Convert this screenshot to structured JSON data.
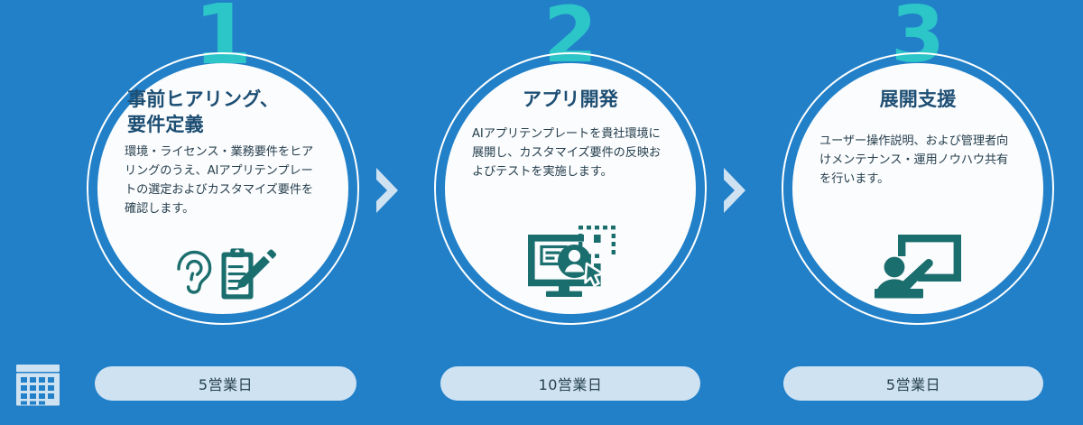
{
  "theme": {
    "background_color": "#2180c8",
    "circle_fill": "#fbfcfd",
    "number_color": "#2cc5c8",
    "title_color": "#1d4e73",
    "body_color": "#27404f",
    "icon_color": "#1b6e6e",
    "pill_color": "#cfe2f2",
    "pill_text_color": "#26414f",
    "chevron_color": "#cfe2f2"
  },
  "steps": [
    {
      "number": "1",
      "title": "事前ヒアリング、\n要件定義",
      "body": "環境・ライセンス・業務要件をヒアリングのうえ、AIアプリテンプレートの選定およびカスタマイズ要件を確認します。",
      "icon": "ear-and-clipboard-icon",
      "duration": "5営業日"
    },
    {
      "number": "2",
      "title": "アプリ開発",
      "body": "AIアプリテンプレートを貴社環境に展開し、カスタマイズ要件の反映およびテストを実施します。",
      "icon": "monitor-user-cursor-icon",
      "duration": "10営業日"
    },
    {
      "number": "3",
      "title": "展開支援",
      "body": "ユーザー操作説明、および管理者向けメンテナンス・運用ノウハウ共有を行います。",
      "icon": "presenter-whiteboard-icon",
      "duration": "5営業日"
    }
  ],
  "bottom": {
    "calendar_icon": "calendar-icon"
  },
  "connectors": [
    {
      "icon": "chevron-right-icon"
    },
    {
      "icon": "chevron-right-icon"
    }
  ]
}
